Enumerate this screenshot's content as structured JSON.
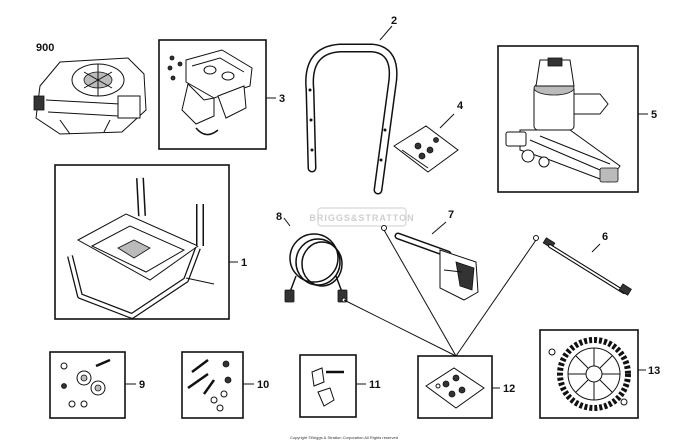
{
  "labels": {
    "engine": "900",
    "frame": "1",
    "handle": "2",
    "bracket": "3",
    "cover": "4",
    "pump": "5",
    "extension": "6",
    "gun": "7",
    "hose": "8",
    "hardware_kit_a": "9",
    "hardware_kit_b": "10",
    "hardware_kit_c": "11",
    "nozzle_kit": "12",
    "wheel": "13"
  },
  "watermark": "BRIGGS&STRATTON",
  "copyright": "Copyright ©Briggs & Stratton Corporation All Rights reserved"
}
